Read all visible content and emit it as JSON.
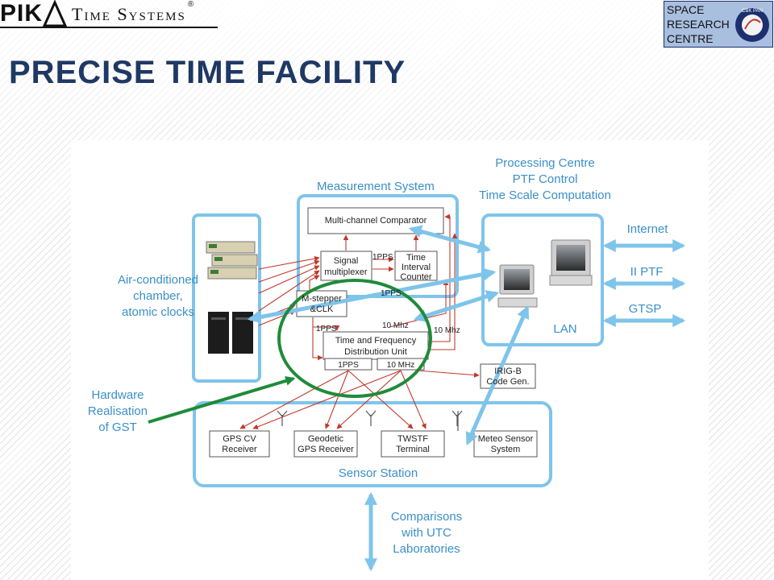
{
  "header": {
    "logo_left": {
      "pik": "PIK",
      "time_systems": "Time Systems",
      "registered": "®"
    },
    "logo_right": {
      "line1": "SPACE",
      "line2": "RESEARCH",
      "line3": "CENTRE",
      "emblem_text": "CBK PAN"
    },
    "title": "PRECISE TIME FACILITY"
  },
  "diagram": {
    "labels": {
      "measurement_system": "Measurement System",
      "processing_line1": "Processing Centre",
      "processing_line2": "PTF Control",
      "processing_line3": "Time Scale Computation",
      "chamber_line1": "Air-conditioned",
      "chamber_line2": "chamber,",
      "chamber_line3": "atomic clocks",
      "hardware_line1": "Hardware",
      "hardware_line2": "Realisation",
      "hardware_line3": "of GST",
      "internet": "Internet",
      "ii_ptf": "II PTF",
      "gtsp": "GTSP",
      "lan": "LAN",
      "sensor_station": "Sensor Station",
      "comparisons_line1": "Comparisons",
      "comparisons_line2": "with UTC",
      "comparisons_line3": "Laboratories"
    },
    "boxes": {
      "comparator": "Multi-channel Comparator",
      "signal_mux_line1": "Signal",
      "signal_mux_line2": "multiplexer",
      "interval_line1": "Time",
      "interval_line2": "Interval",
      "interval_line3": "Counter",
      "stepper_line1": "M-stepper",
      "stepper_line2": "&CLK",
      "tfdu_line1": "Time and Frequency",
      "tfdu_line2": "Distribution Unit",
      "tfdu_out1": "1PPS",
      "tfdu_out2": "10 MHz",
      "irig_line1": "IRIG-B",
      "irig_line2": "Code Gen.",
      "gps_line1": "GPS CV",
      "gps_line2": "Receiver",
      "geodetic_line1": "Geodetic",
      "geodetic_line2": "GPS Receiver",
      "twstf_line1": "TWSTF",
      "twstf_line2": "Terminal",
      "meteo_line1": "Meteo Sensor",
      "meteo_line2": "System"
    },
    "signals": {
      "pps_top": "1PPS",
      "pps_mid": "1PPS",
      "pps_left": "1PPS",
      "mhz_mid": "10 Mhz",
      "mhz_right": "10 Mhz"
    },
    "colors": {
      "blue": "#7fc4ea",
      "blue_text": "#3b8fc8",
      "red": "#c0392b",
      "green": "#1e8b3a",
      "title": "#1f3864"
    }
  }
}
